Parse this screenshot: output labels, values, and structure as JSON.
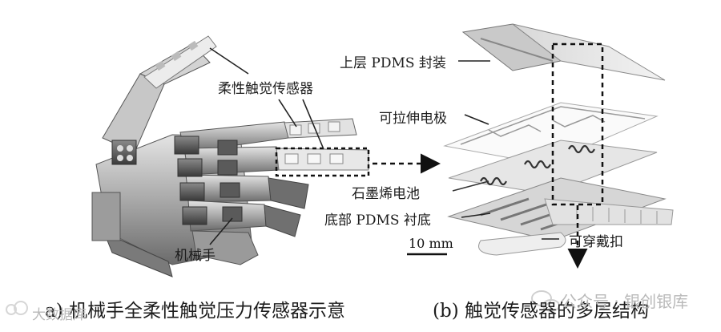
{
  "labels": {
    "flexible_sensor": "柔性触觉传感器",
    "robot_hand": "机械手",
    "top_pdms": "上层 PDMS 封装",
    "stretch_electrode": "可拉伸电极",
    "graphene_battery": "石墨烯电池",
    "bottom_pdms": "底部 PDMS 衬底",
    "wearable_buckle": "可穿戴扣",
    "scale_bar": "10 mm"
  },
  "captions": {
    "a": "a) 机械手全柔性触觉压力传感器示意",
    "b": "(b) 触觉传感器的多层结构"
  },
  "watermarks": {
    "left": "大数据库",
    "right": "公众号 · 银创银库"
  },
  "icons": {
    "right_watermark": "wechat-icon",
    "left_watermark": "cloud-logo-icon"
  }
}
